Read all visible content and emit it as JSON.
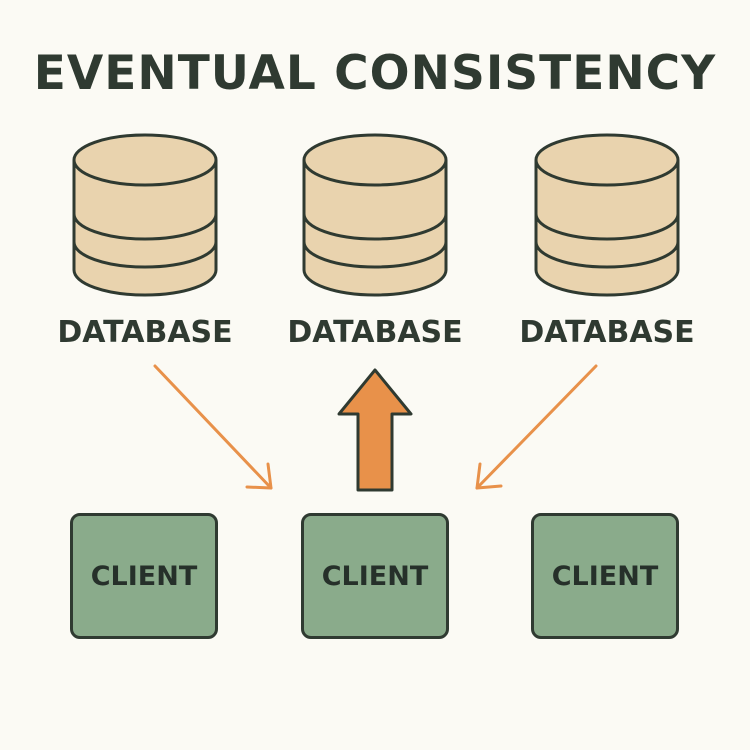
{
  "title": "EVENTUAL CONSISTENCY",
  "databases": [
    {
      "label": "DATABASE"
    },
    {
      "label": "DATABASE"
    },
    {
      "label": "DATABASE"
    }
  ],
  "clients": [
    {
      "label": "CLIENT"
    },
    {
      "label": "CLIENT"
    },
    {
      "label": "CLIENT"
    }
  ],
  "connections": [
    {
      "from": "database-1",
      "to": "client-2",
      "style": "thin-arrow"
    },
    {
      "from": "client-2",
      "to": "database-2",
      "style": "block-arrow"
    },
    {
      "from": "database-3",
      "to": "client-2",
      "style": "thin-arrow"
    }
  ],
  "colors": {
    "background": "#fbfaf4",
    "ink": "#2f3a31",
    "database_fill": "#e9d3ae",
    "client_fill": "#8aab8b",
    "arrow": "#e8914a"
  }
}
